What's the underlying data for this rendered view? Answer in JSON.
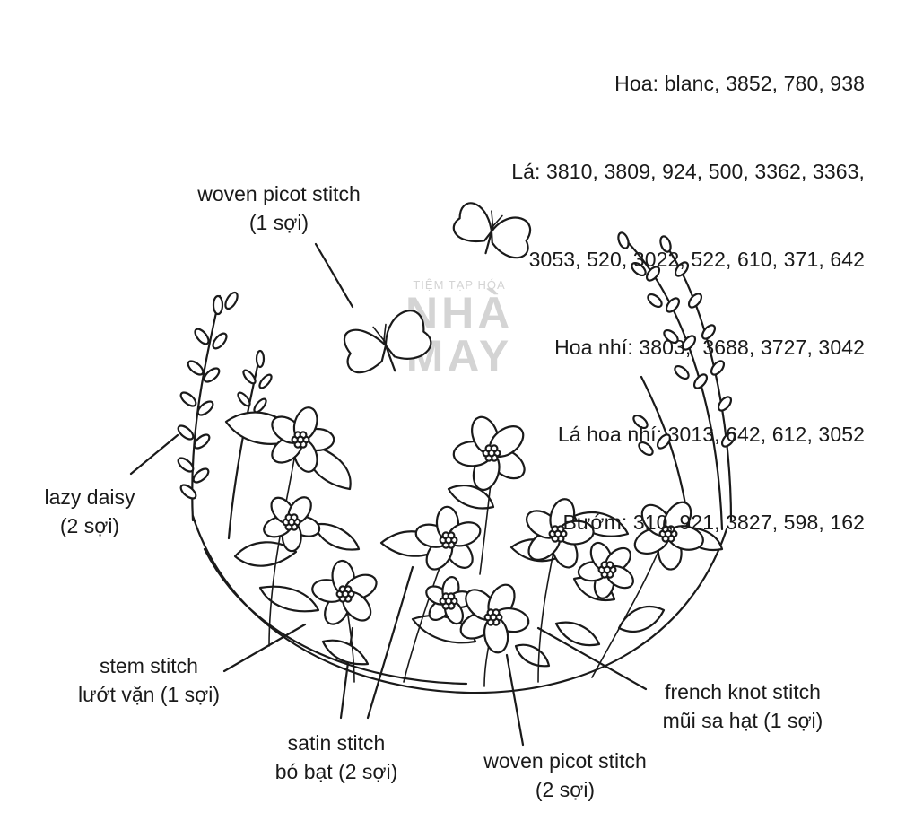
{
  "legend": {
    "lines": [
      "Hoa: blanc, 3852, 780, 938",
      "Lá: 3810, 3809, 924, 500, 3362, 3363,",
      "3053, 520, 3022, 522, 610, 371, 642",
      "Hoa nhí: 3803,  3688, 3727, 3042",
      "Lá hoa nhí: 3013, 642, 612, 3052",
      "Bướm: 310, 921, 3827, 598, 162"
    ]
  },
  "labels": {
    "woven_picot_top": {
      "line1": "woven picot stitch",
      "line2": "(1 sợi)"
    },
    "lazy_daisy": {
      "line1": "lazy daisy",
      "line2": "(2 sợi)"
    },
    "stem_stitch": {
      "line1": "stem stitch",
      "line2": "lướt vặn (1 sợi)"
    },
    "satin_stitch": {
      "line1": "satin stitch",
      "line2": "bó bạt (2 sợi)"
    },
    "woven_picot_bottom": {
      "line1": "woven picot stitch",
      "line2": "(2 sợi)"
    },
    "french_knot": {
      "line1": "french knot stitch",
      "line2": "mũi sa hạt (1 sợi)"
    }
  },
  "watermark": {
    "top": "TIỆM TẠP HÓA",
    "line1": "NHÀ",
    "line2": "MAY"
  }
}
